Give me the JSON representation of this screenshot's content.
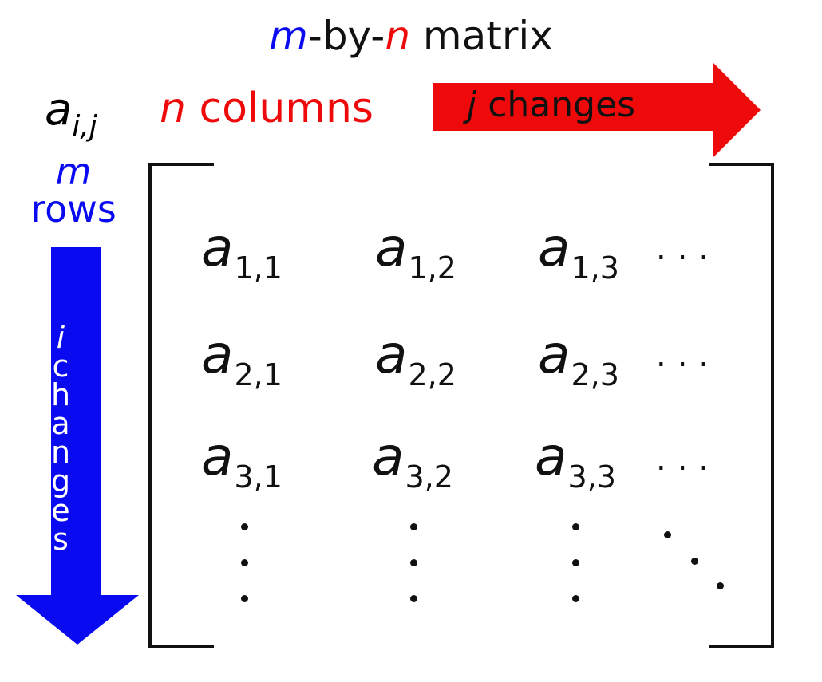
{
  "title": {
    "m": "m",
    "by_1": "-by-",
    "n": "n",
    "word": " matrix"
  },
  "generic_element": {
    "base": "a",
    "subscript": "i,j"
  },
  "columns_label": {
    "var": "n",
    "word": " columns"
  },
  "rows_label": {
    "var": "m",
    "word": "rows"
  },
  "right_arrow": {
    "var": "j",
    "word": " changes"
  },
  "down_arrow": {
    "var": "i",
    "letters": [
      "c",
      "h",
      "a",
      "n",
      "g",
      "e",
      "s"
    ]
  },
  "matrix": {
    "base": "a",
    "rows": [
      [
        "1,1",
        "1,2",
        "1,3"
      ],
      [
        "2,1",
        "2,2",
        "2,3"
      ],
      [
        "3,1",
        "3,2",
        "3,3"
      ]
    ]
  },
  "colors": {
    "row_accent": "#0a0af0",
    "column_accent": "#ee0a0a",
    "text": "#111111",
    "bracket": "#111111"
  }
}
